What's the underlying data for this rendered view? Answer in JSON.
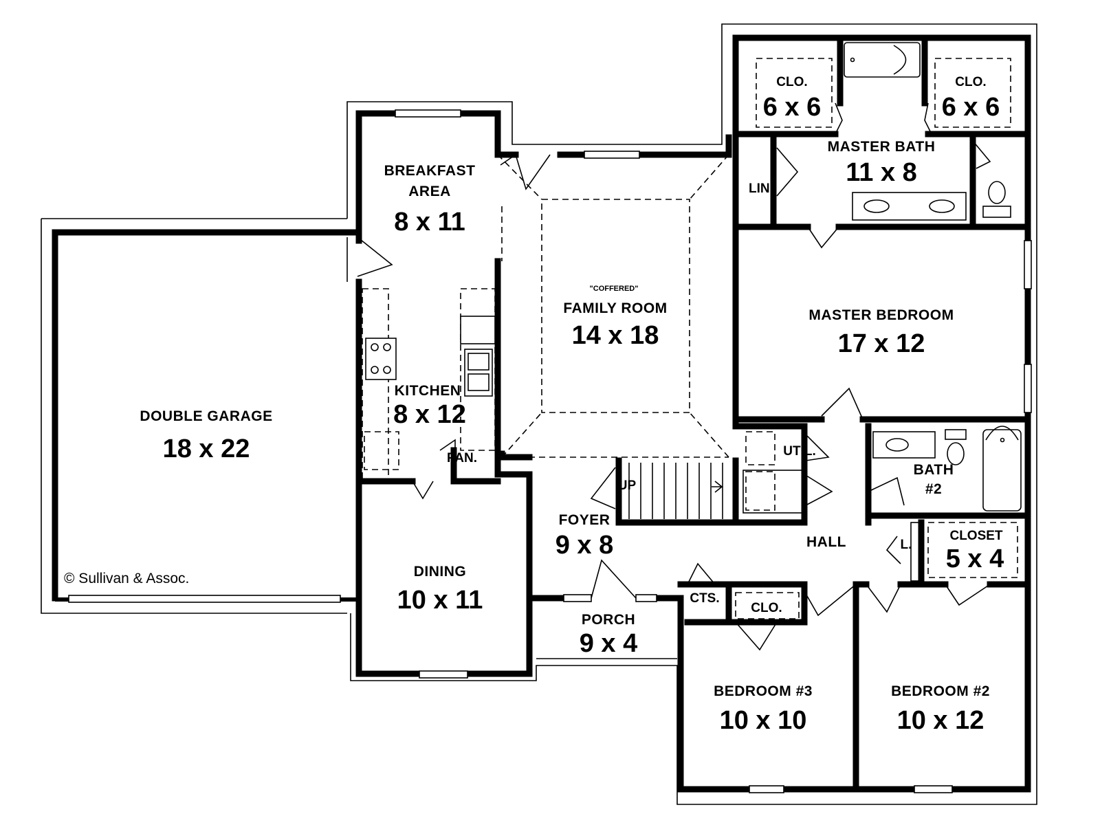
{
  "copyright": "© Sullivan & Assoc.",
  "rooms": {
    "garage": {
      "label": "DOUBLE GARAGE",
      "dim": "18 x 22"
    },
    "breakfast": {
      "label_line1": "BREAKFAST",
      "label_line2": "AREA",
      "dim": "8 x 11"
    },
    "kitchen": {
      "label": "KITCHEN",
      "dim": "8 x 12"
    },
    "pantry": {
      "label": "PAN."
    },
    "dining": {
      "label": "DINING",
      "dim": "10 x 11"
    },
    "family": {
      "note": "\"COFFERED\"",
      "label": "FAMILY ROOM",
      "dim": "14 x 18"
    },
    "foyer": {
      "label": "FOYER",
      "dim": "9 x 8"
    },
    "stairs": {
      "label": "UP"
    },
    "porch": {
      "label": "PORCH",
      "dim": "9 x 4"
    },
    "closet_left": {
      "label": "CLO.",
      "dim": "6 x 6"
    },
    "closet_right": {
      "label": "CLO.",
      "dim": "6 x 6"
    },
    "master_bath": {
      "label": "MASTER BATH",
      "dim": "11 x 8"
    },
    "linen": {
      "label": "LIN."
    },
    "master_bedroom": {
      "label": "MASTER BEDROOM",
      "dim": "17 x 12"
    },
    "utility": {
      "label": "UTIL."
    },
    "bath2": {
      "label_line1": "BATH",
      "label_line2": "#2"
    },
    "hall": {
      "label": "HALL"
    },
    "hall_linen": {
      "label": "L."
    },
    "hall_closet": {
      "label": "CLOSET",
      "dim": "5 x 4"
    },
    "coats": {
      "label": "CTS."
    },
    "bedroom3_closet": {
      "label": "CLO."
    },
    "bedroom3": {
      "label": "BEDROOM #3",
      "dim": "10 x 10"
    },
    "bedroom2": {
      "label": "BEDROOM #2",
      "dim": "10 x 12"
    }
  },
  "colors": {
    "ink": "#000000",
    "paper": "#ffffff"
  }
}
